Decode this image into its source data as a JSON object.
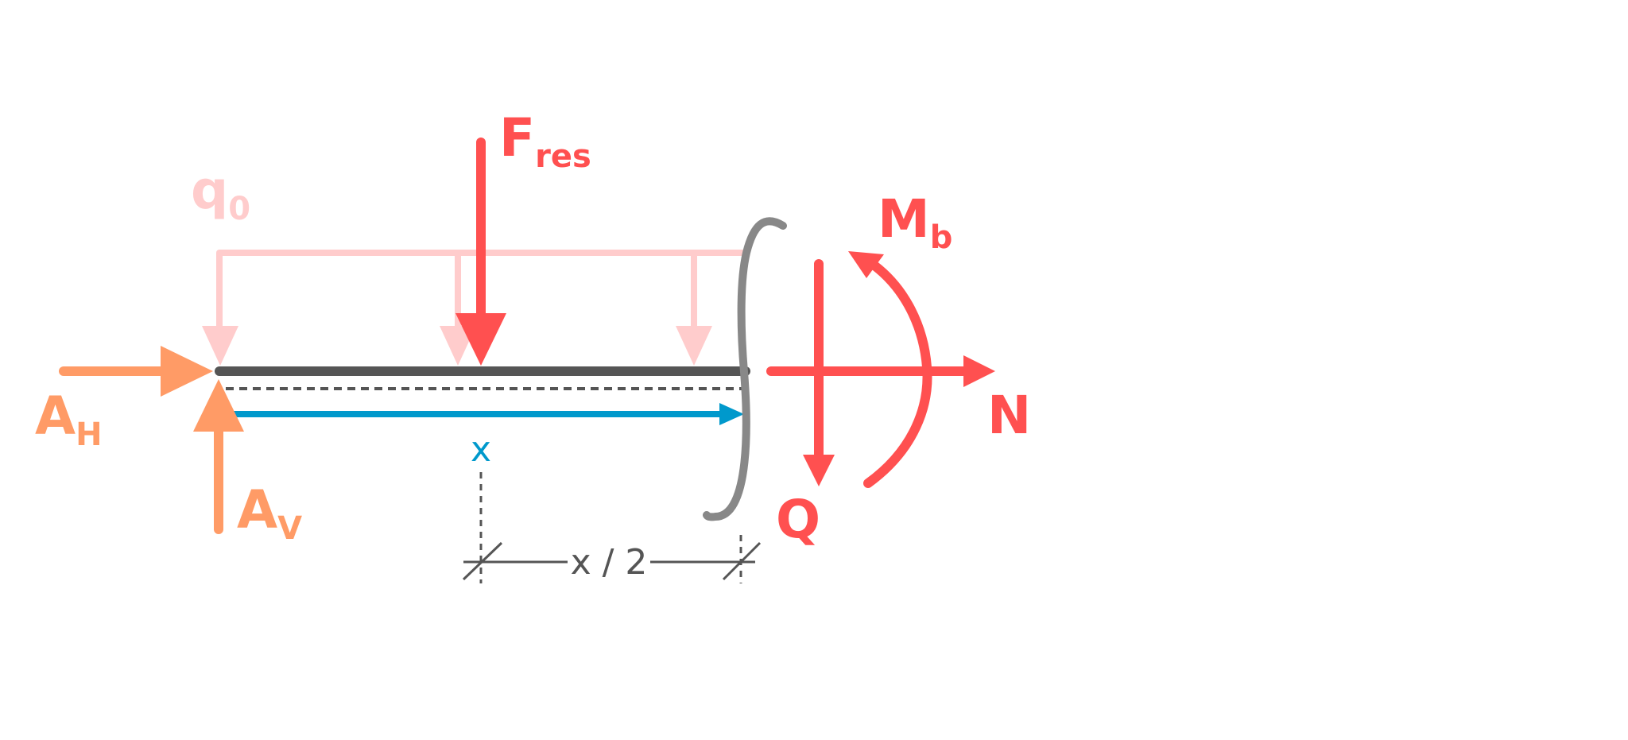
{
  "colors": {
    "load": "#FFCCCC",
    "reaction": "#FF9B66",
    "internal": "#FF5050",
    "beam": "#555555",
    "cut": "#888888",
    "axis": "#0099CC",
    "dimension": "#555555"
  },
  "labels": {
    "f_res_main": "F",
    "f_res_sub": "res",
    "q0_main": "q",
    "q0_sub": "0",
    "m_b_main": "M",
    "m_b_sub": "b",
    "a_h_main": "A",
    "a_h_sub": "H",
    "a_v_main": "A",
    "a_v_sub": "V",
    "n": "N",
    "q": "Q",
    "x": "x",
    "x_half": "x / 2"
  }
}
